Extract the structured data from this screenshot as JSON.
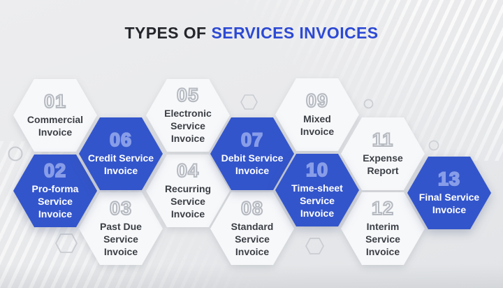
{
  "title": {
    "prefix": "TYPES OF",
    "highlight": "SERVICES INVOICES"
  },
  "colors": {
    "background": "#e9eaec",
    "title_dark": "#24262b",
    "title_blue": "#2c49d4",
    "hex_blue_fill": "#3355cb",
    "hex_white_fill": "#f7f8fa",
    "number_outline_on_white": "#b5b9c0",
    "number_outline_on_blue": "#889de8",
    "label_on_white": "#3b3f45",
    "label_on_blue": "#ffffff"
  },
  "hexagons": [
    {
      "number": "01",
      "label": "Commercial\nInvoice",
      "variant": "white"
    },
    {
      "number": "02",
      "label": "Pro-forma\nService\nInvoice",
      "variant": "blue"
    },
    {
      "number": "03",
      "label": "Past Due\nService\nInvoice",
      "variant": "white"
    },
    {
      "number": "04",
      "label": "Recurring\nService\nInvoice",
      "variant": "white"
    },
    {
      "number": "05",
      "label": "Electronic\nService\nInvoice",
      "variant": "white"
    },
    {
      "number": "06",
      "label": "Credit Service\nInvoice",
      "variant": "blue"
    },
    {
      "number": "07",
      "label": "Debit Service\nInvoice",
      "variant": "blue"
    },
    {
      "number": "08",
      "label": "Standard\nService\nInvoice",
      "variant": "white"
    },
    {
      "number": "09",
      "label": "Mixed\nInvoice",
      "variant": "white"
    },
    {
      "number": "10",
      "label": "Time-sheet\nService\nInvoice",
      "variant": "blue"
    },
    {
      "number": "11",
      "label": "Expense\nReport",
      "variant": "white"
    },
    {
      "number": "12",
      "label": "Interim\nService\nInvoice",
      "variant": "white"
    },
    {
      "number": "13",
      "label": "Final Service\nInvoice",
      "variant": "blue"
    }
  ]
}
